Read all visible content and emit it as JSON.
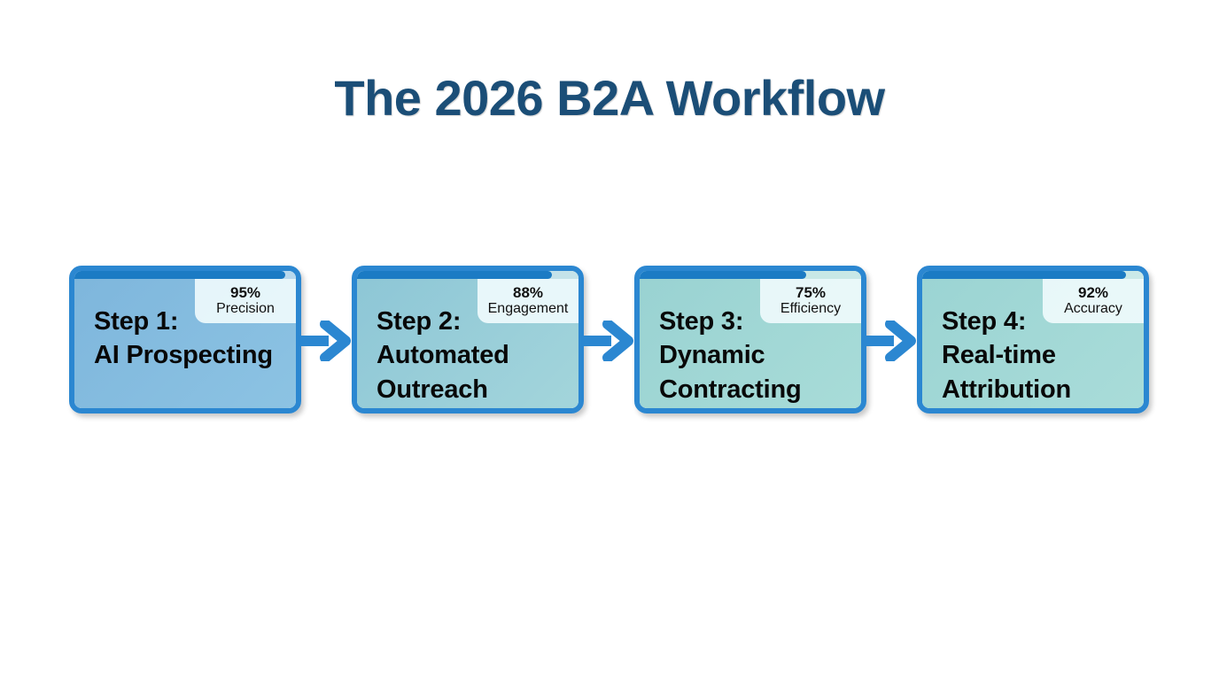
{
  "title": "The 2026 B2A Workflow",
  "theme": {
    "background": "#ffffff",
    "title_color": "#1b4e77",
    "border_color": "#2b87d1",
    "progress_color": "#1b7bc4",
    "arrow_color": "#2b87d1",
    "badge_background": "#eefafc",
    "text_color": "#080808"
  },
  "flow": {
    "arrow_icon_name": "arrow-right-icon",
    "steps": [
      {
        "id": "step-1",
        "heading": "Step 1:",
        "subheading": "AI Prospecting",
        "metric_value": "95%",
        "metric_label": "Precision",
        "progress_percent": 95,
        "fill_from": "#7eb6dc",
        "fill_to": "#8cc3e3"
      },
      {
        "id": "step-2",
        "heading": "Step 2:",
        "subheading": "Automated Outreach",
        "line1": "Automated",
        "line2": "Outreach",
        "metric_value": "88%",
        "metric_label": "Engagement",
        "progress_percent": 88,
        "fill_from": "#8dc6d6",
        "fill_to": "#a3d5db"
      },
      {
        "id": "step-3",
        "heading": "Step 3:",
        "subheading": "Dynamic Contracting",
        "line1": "Dynamic",
        "line2": "Contracting",
        "metric_value": "75%",
        "metric_label": "Efficiency",
        "progress_percent": 75,
        "fill_from": "#99d2d2",
        "fill_to": "#a8dcd8"
      },
      {
        "id": "step-4",
        "heading": "Step 4:",
        "subheading": "Real-time Attribution",
        "line1": "Real-time",
        "line2": "Attribution",
        "metric_value": "92%",
        "metric_label": "Accuracy",
        "progress_percent": 92,
        "fill_from": "#9bd4d3",
        "fill_to": "#a9dcd9"
      }
    ]
  }
}
